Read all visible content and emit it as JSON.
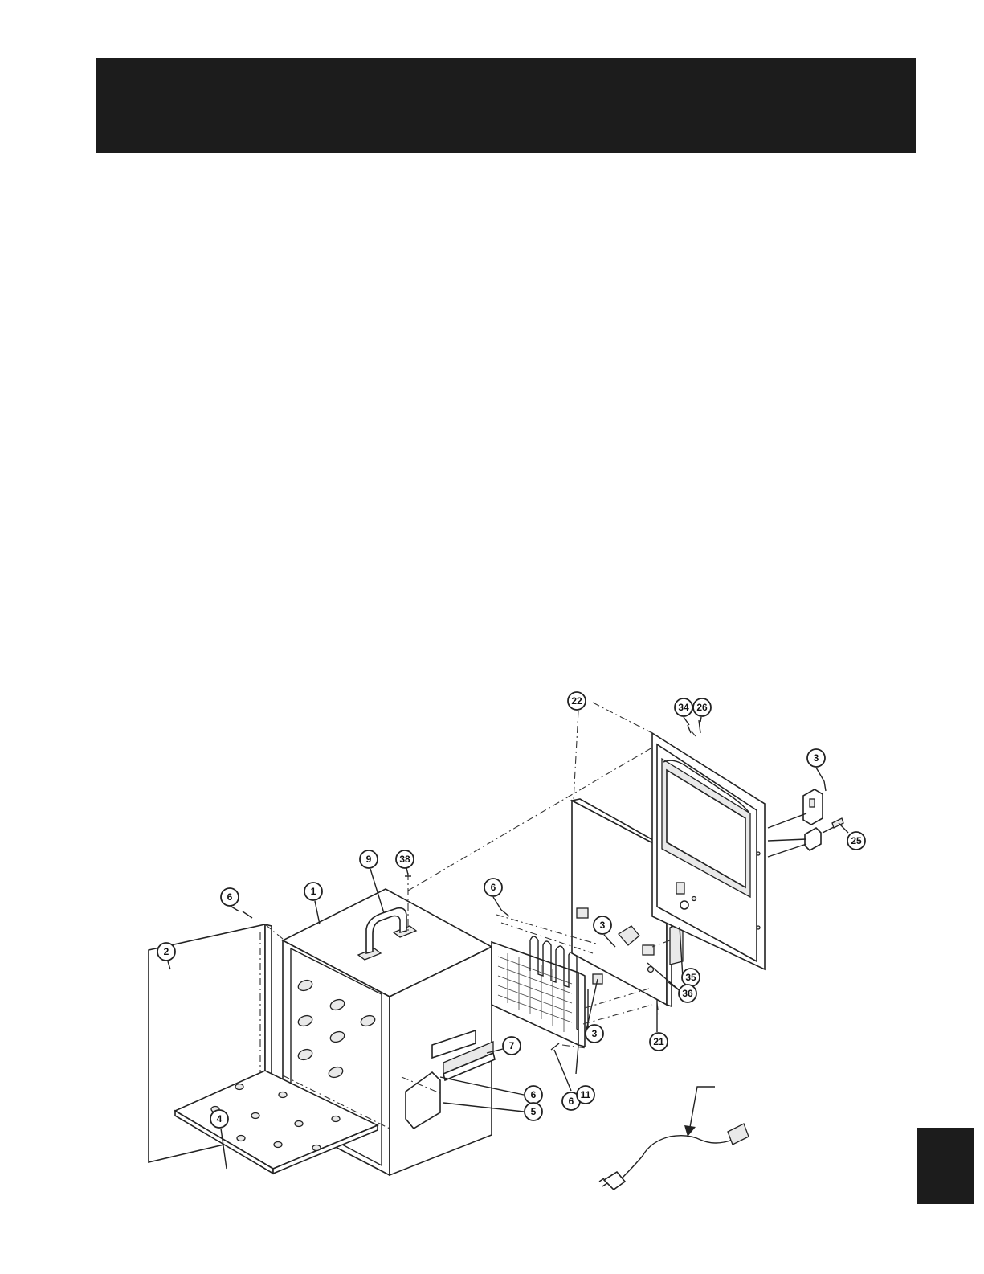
{
  "callouts": {
    "c1": "1",
    "c2": "2",
    "c3a": "3",
    "c3b": "3",
    "c3c": "3",
    "c4": "4",
    "c5": "5",
    "c6a": "6",
    "c6b": "6",
    "c6c": "6",
    "c6d": "6",
    "c7": "7",
    "c9": "9",
    "c11": "11",
    "c21": "21",
    "c22": "22",
    "c25": "25",
    "c26": "26",
    "c34": "34",
    "c35": "35",
    "c36": "36",
    "c38": "38"
  },
  "colors": {
    "header_bar": "#1c1c1c",
    "line": "#222222"
  },
  "icons": {
    "cord": "power-cord-icon",
    "arrow": "arrow-icon"
  }
}
